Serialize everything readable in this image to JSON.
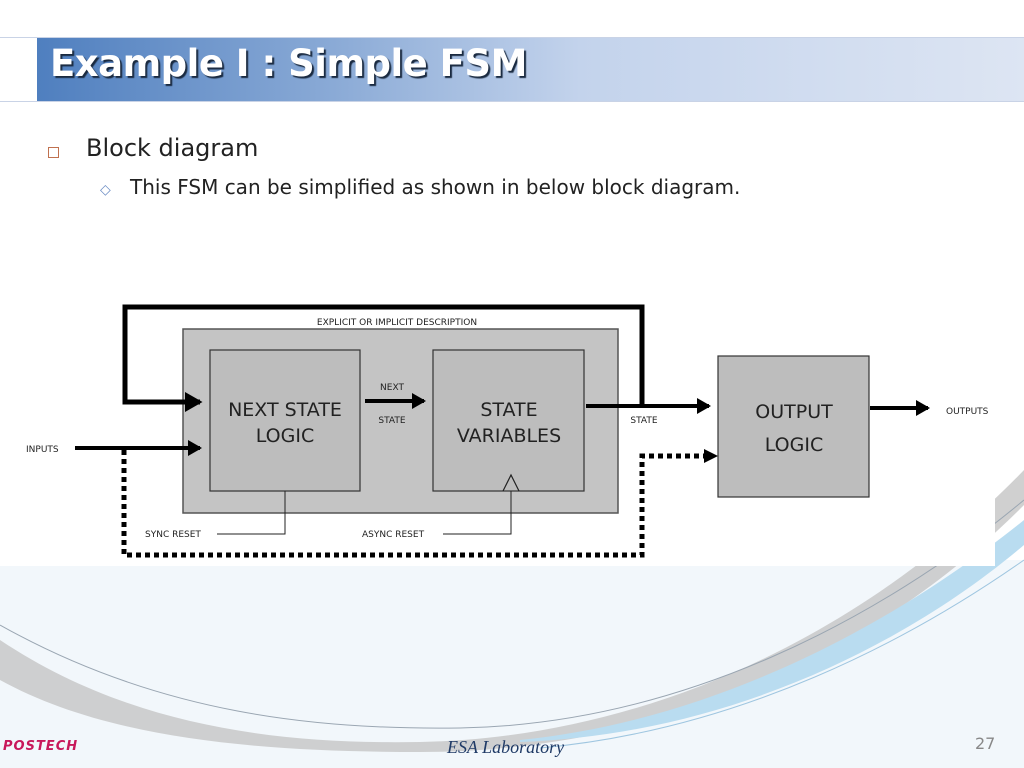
{
  "slide": {
    "title": "Example I : Simple FSM",
    "bullets": [
      {
        "text": "Block diagram",
        "icon": "hollow-square-bullet-icon",
        "sub": [
          {
            "text": "This FSM can be simplified as shown in below block diagram.",
            "icon": "hollow-diamond-bullet-icon"
          }
        ]
      }
    ]
  },
  "diagram": {
    "outer_label": "EXPLICIT OR IMPLICIT DESCRIPTION",
    "blocks": {
      "next_state_logic": [
        "NEXT STATE",
        "LOGIC"
      ],
      "state_variables": [
        "STATE",
        "VARIABLES"
      ],
      "output_logic": [
        "OUTPUT",
        "LOGIC"
      ]
    },
    "labels": {
      "next": "NEXT",
      "next_state": "STATE",
      "state": "STATE",
      "inputs": "INPUTS",
      "outputs": "OUTPUTS",
      "sync_reset": "SYNC RESET",
      "async_reset": "ASYNC RESET"
    }
  },
  "footer": {
    "logo": "POSTECH",
    "lab": "ESA Laboratory",
    "page_number": "27"
  },
  "colors": {
    "header_gradient_start": "#4f7fbf",
    "header_gradient_end": "#dde5f3",
    "bullet_square": "#c0714f",
    "bullet_diamond": "#6d8ec4",
    "logo": "#c8185a",
    "lab_text": "#1f3a66",
    "block_fill": "#c0c0c0",
    "swoosh_blue": "#b9dcf0",
    "swoosh_gray": "#c8c8c8"
  }
}
